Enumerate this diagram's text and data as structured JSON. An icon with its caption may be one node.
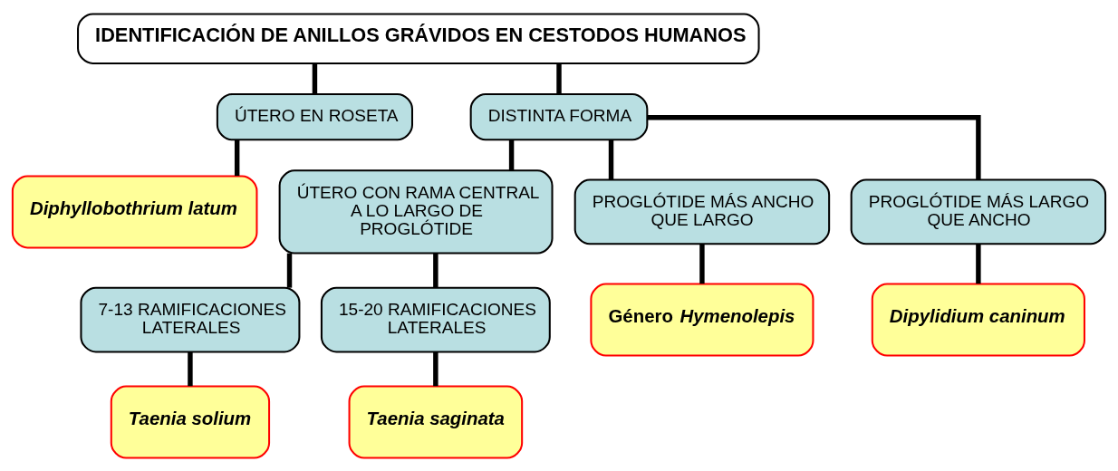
{
  "diagram": {
    "nodes": [
      {
        "text": [
          "IDENTIFICACIÓN DE ANILLOS GRÁVIDOS EN CESTODOS HUMANOS"
        ]
      },
      {
        "text": [
          "ÚTERO EN ROSETA"
        ]
      },
      {
        "text": [
          "DISTINTA FORMA"
        ]
      },
      {
        "text": [
          "Diphyllobothrium latum"
        ]
      },
      {
        "text": [
          "ÚTERO CON RAMA CENTRAL A LO LARGO DE PROGLÓTIDE"
        ]
      },
      {
        "text": [
          "PROGLÓTIDE MÁS ANCHO QUE LARGO"
        ]
      },
      {
        "text": [
          "PROGLÓTIDE MÁS LARGO QUE ANCHO"
        ]
      },
      {
        "text": [
          "7-13 RAMIFICACIONES LATERALES"
        ]
      },
      {
        "text": [
          "15-20 RAMIFICACIONES LATERALES"
        ]
      },
      {
        "text": [
          "Género *Hymenolepis*"
        ]
      },
      {
        "text": [
          "Dipylidium caninum"
        ]
      },
      {
        "text": [
          "Taenia solium"
        ]
      },
      {
        "text": [
          "Taenia saginata"
        ]
      }
    ],
    "edges": [
      {
        "from": 0,
        "to": 1,
        "arrow": "none"
      },
      {
        "from": 0,
        "to": 2,
        "arrow": "none"
      },
      {
        "from": 1,
        "to": 3,
        "arrow": "none"
      },
      {
        "from": 2,
        "to": 4,
        "arrow": "none"
      },
      {
        "from": 2,
        "to": 5,
        "arrow": "none"
      },
      {
        "from": 2,
        "to": 6,
        "arrow": "none"
      },
      {
        "from": 4,
        "to": 7,
        "arrow": "none"
      },
      {
        "from": 4,
        "to": 8,
        "arrow": "none"
      },
      {
        "from": 5,
        "to": 9,
        "arrow": "none"
      },
      {
        "from": 6,
        "to": 10,
        "arrow": "none"
      },
      {
        "from": 7,
        "to": 11,
        "arrow": "none"
      },
      {
        "from": 8,
        "to": 12,
        "arrow": "none"
      }
    ]
  }
}
